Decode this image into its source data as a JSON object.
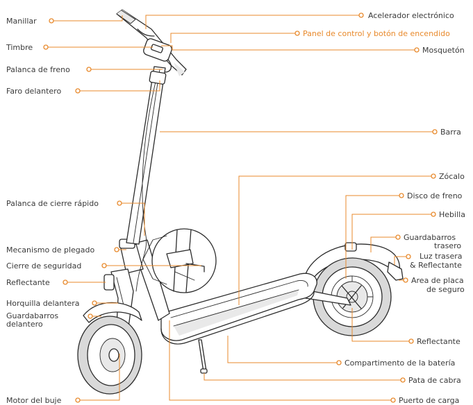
{
  "accent_color": "#e8892b",
  "labels": {
    "manillar": "Manillar",
    "timbre": "Timbre",
    "palanca_freno": "Palanca de freno",
    "faro_delantero": "Faro delantero",
    "palanca_cierre": "Palanca de cierre rápido",
    "mecanismo_plegado": "Mecanismo de plegado",
    "cierre_seguridad": "Cierre de seguridad",
    "reflectante_izq": "Reflectante",
    "horquilla": "Horquilla delantera",
    "guardabarros_del_1": "Guardabarros",
    "guardabarros_del_2": "delantero",
    "motor_buje": "Motor del buje",
    "acelerador": "Acelerador electrónico",
    "panel_control": "Panel de control y botón de encendido",
    "mosqueton": "Mosquetón",
    "barra": "Barra",
    "zocalo": "Zócalo",
    "disco_freno": "Disco de freno",
    "hebilla": "Hebilla",
    "guardabarros_tras_1": "Guardabarros",
    "guardabarros_tras_2": "trasero",
    "luz_trasera_1": "Luz trasera",
    "luz_trasera_2": "& Reflectante",
    "area_placa_1": "Area de placa",
    "area_placa_2": "de seguro",
    "reflectante_der": "Reflectante",
    "compartimento_bateria": "Compartimento de la batería",
    "pata_cabra": "Pata de cabra",
    "puerto_carga": "Puerto de carga"
  }
}
